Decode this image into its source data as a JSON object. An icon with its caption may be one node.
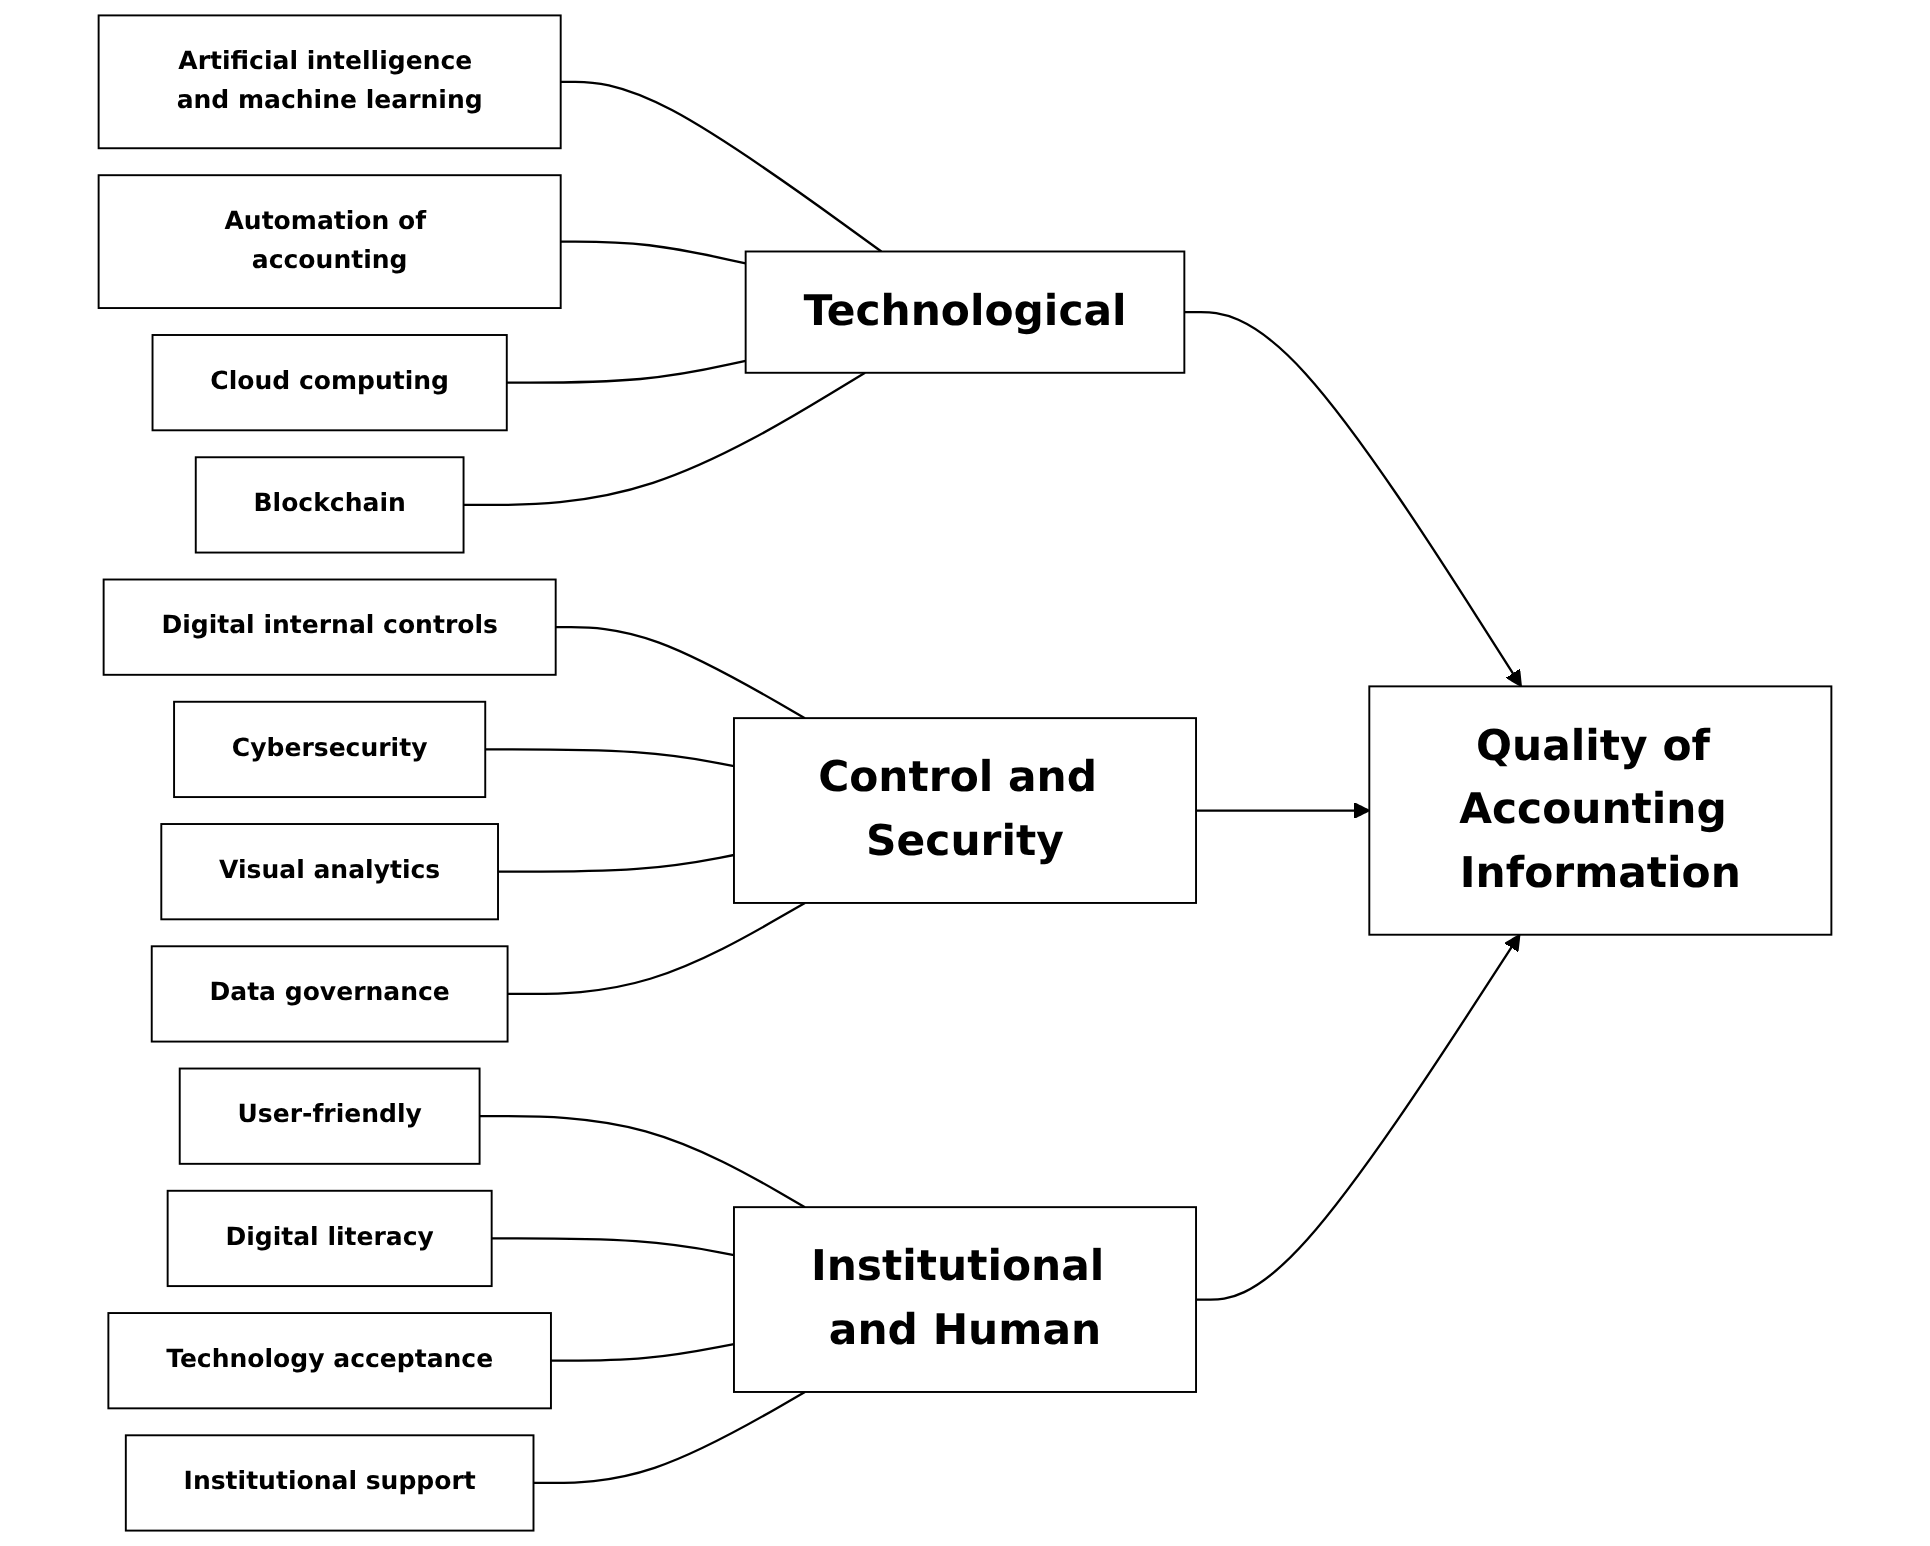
{
  "diagram": {
    "nodes": [
      {
        "text": [
          "Artificial intelligence and machine learning"
        ]
      },
      {
        "text": [
          "Automation of accounting"
        ]
      },
      {
        "text": [
          "Cloud computing"
        ]
      },
      {
        "text": [
          "Blockchain"
        ]
      },
      {
        "text": [
          "Technological"
        ]
      },
      {
        "text": [
          "Digital internal controls"
        ]
      },
      {
        "text": [
          "Cybersecurity"
        ]
      },
      {
        "text": [
          "Visual analytics"
        ]
      },
      {
        "text": [
          "Data governance"
        ]
      },
      {
        "text": [
          "Control and Security"
        ]
      },
      {
        "text": [
          "User-friendly"
        ]
      },
      {
        "text": [
          "Digital literacy"
        ]
      },
      {
        "text": [
          "Technology acceptance"
        ]
      },
      {
        "text": [
          "Institutional support"
        ]
      },
      {
        "text": [
          "Institutional and Human"
        ]
      },
      {
        "text": [
          "Quality of Accounting Information"
        ]
      }
    ],
    "edges": [
      {
        "from": 0,
        "to": 4,
        "arrow": "none"
      },
      {
        "from": 1,
        "to": 4,
        "arrow": "none"
      },
      {
        "from": 2,
        "to": 4,
        "arrow": "none"
      },
      {
        "from": 3,
        "to": 4,
        "arrow": "none"
      },
      {
        "from": 5,
        "to": 9,
        "arrow": "none"
      },
      {
        "from": 6,
        "to": 9,
        "arrow": "none"
      },
      {
        "from": 7,
        "to": 9,
        "arrow": "none"
      },
      {
        "from": 8,
        "to": 9,
        "arrow": "none"
      },
      {
        "from": 10,
        "to": 14,
        "arrow": "none"
      },
      {
        "from": 11,
        "to": 14,
        "arrow": "none"
      },
      {
        "from": 12,
        "to": 14,
        "arrow": "none"
      },
      {
        "from": 13,
        "to": 14,
        "arrow": "none"
      },
      {
        "from": 4,
        "to": 15,
        "arrow": "to"
      },
      {
        "from": 9,
        "to": 15,
        "arrow": "to"
      },
      {
        "from": 14,
        "to": 15,
        "arrow": "to"
      }
    ]
  }
}
